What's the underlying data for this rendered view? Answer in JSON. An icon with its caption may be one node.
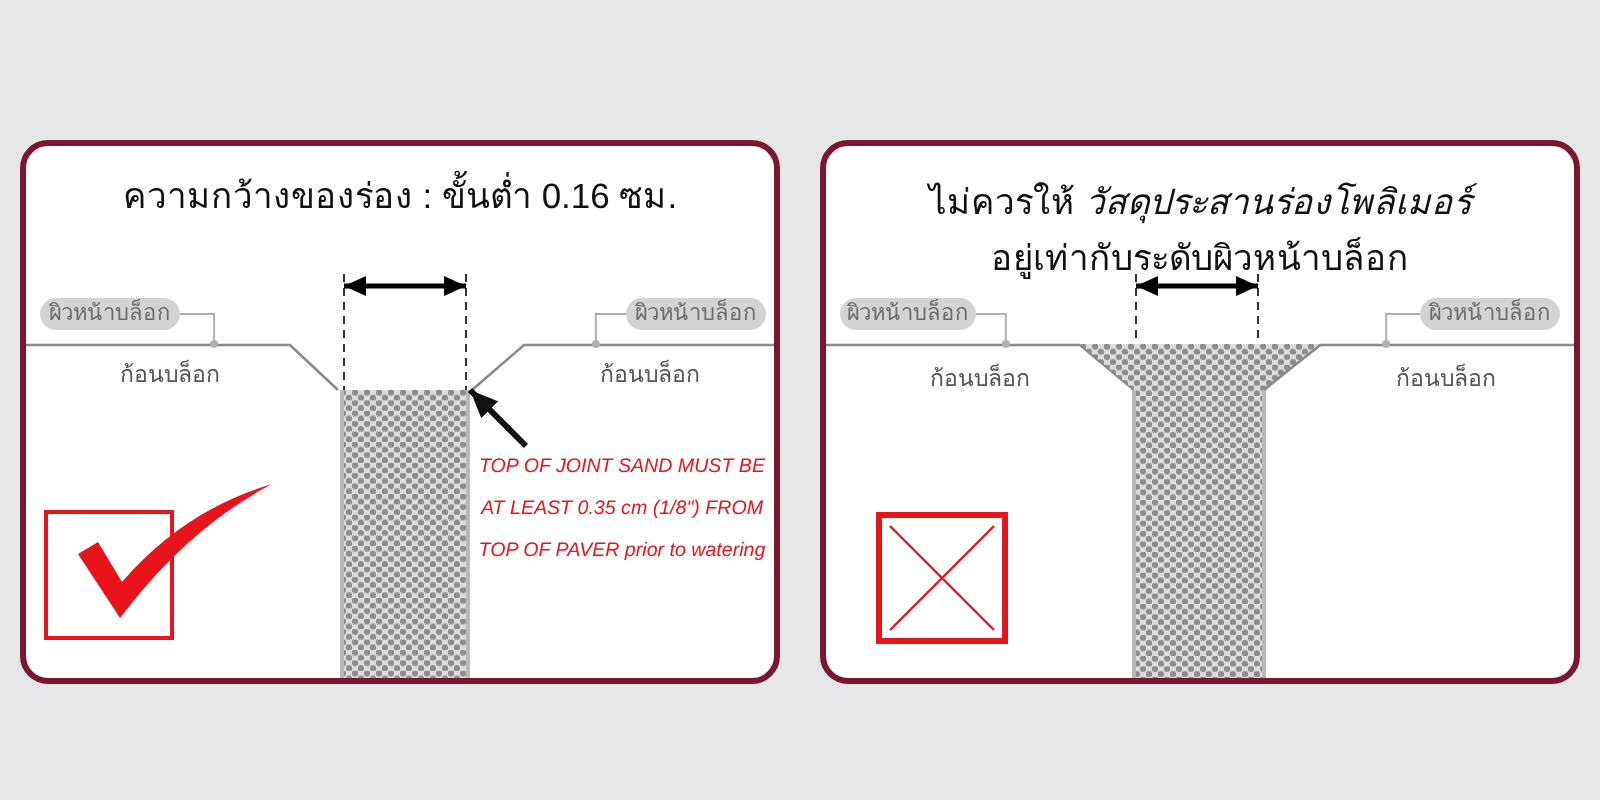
{
  "diagram": {
    "nodes": [
      {
        "text": [
          "ความกว้างของร่อง : ขั้นต่ำ 0.16 ซม."
        ]
      },
      {
        "text": [
          "ผิวหน้าบล็อก"
        ],
        "in": 0
      },
      {
        "text": [
          "ผิวหน้าบล็อก"
        ],
        "in": 0
      },
      {
        "text": [
          "ก้อนบล็อก"
        ],
        "in": 0
      },
      {
        "text": [],
        "shape": "bar",
        "in": 0
      },
      {
        "text": [
          "ก้อนบล็อก"
        ],
        "in": 0
      },
      {
        "text": [
          "TOP OF JOINT SAND MUST BE AT LEAST 0.35 cm (1/8\") FROM TOP OF PAVER prior to watering"
        ],
        "in": 0
      },
      {
        "text": [
          "ไม่ควรให้ *วัสดุประสานร่องโพลิเมอร์* อยู่เท่ากับระดับผิวหน้าบล็อก"
        ]
      },
      {
        "text": [
          "ผิวหน้าบล็อก"
        ],
        "in": 7
      },
      {
        "text": [
          "ผิวหน้าบล็อก"
        ],
        "in": 7
      },
      {
        "text": [
          "ก้อนบล็อก"
        ],
        "in": 7
      },
      {
        "text": [],
        "shape": "bar",
        "in": 7
      },
      {
        "text": [
          "ก้อนบล็อก"
        ],
        "in": 7
      }
    ],
    "edges": [
      {
        "from": 1,
        "to": 3,
        "arrow": "other"
      },
      {
        "from": 2,
        "to": 5,
        "arrow": "other"
      },
      {
        "from": 6,
        "to": 4,
        "arrow": "to",
        "style": "thick",
        "color": "#111111"
      },
      {
        "from": 8,
        "to": 10,
        "arrow": "other"
      },
      {
        "from": 9,
        "to": 12,
        "arrow": "other"
      }
    ]
  }
}
